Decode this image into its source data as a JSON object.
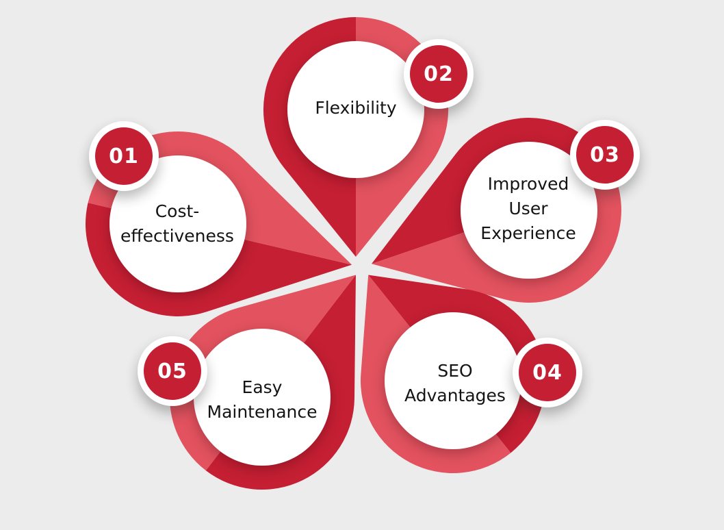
{
  "figure": {
    "type": "petal-cycle-infographic",
    "background_color": "#ececec",
    "palette": {
      "petal_dark": "#c51f33",
      "petal_light": "#e2525f",
      "circle_fill": "#ffffff",
      "badge_fill": "#c51f33",
      "badge_ring": "#ffffff",
      "label_text": "#141414",
      "badge_text": "#ffffff",
      "bg": "#ececec"
    },
    "petals": [
      {
        "number": "01",
        "label": "Cost-effectiveness"
      },
      {
        "number": "02",
        "label": "Flexibility"
      },
      {
        "number": "03",
        "label": "Improved User Experience"
      },
      {
        "number": "04",
        "label": "SEO Advantages"
      },
      {
        "number": "05",
        "label": "Easy Maintenance"
      }
    ]
  }
}
